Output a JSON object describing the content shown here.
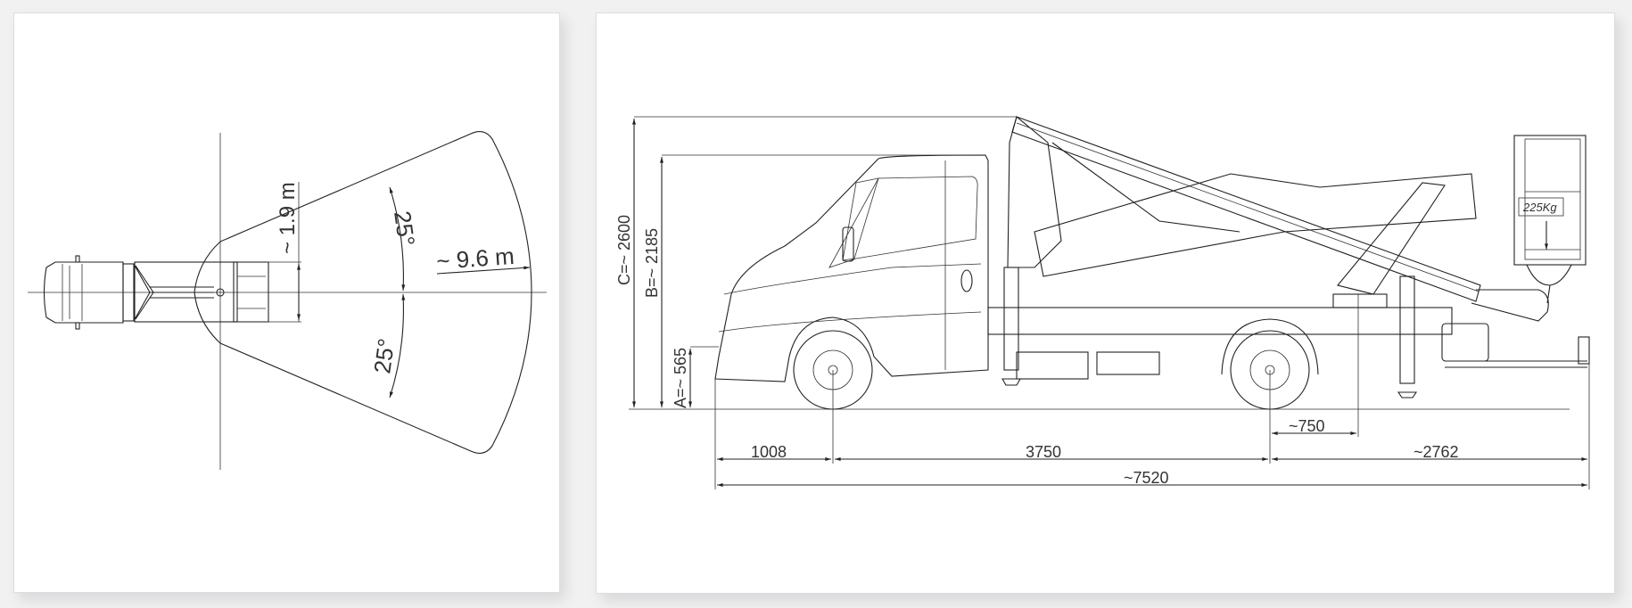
{
  "top_view": {
    "offset_label": "~ 1.9 m",
    "radius_label": "~ 9.6 m",
    "angle_upper": "25°",
    "angle_lower": "25°"
  },
  "side_view": {
    "height_c": "C=~ 2600",
    "height_b": "B=~ 2185",
    "height_a": "A=~ 565",
    "front_overhang": "1008",
    "wheelbase": "3750",
    "rear_offset": "~750",
    "rear_overhang": "~2762",
    "total_length": "~7520",
    "basket_load": "225Kg"
  }
}
